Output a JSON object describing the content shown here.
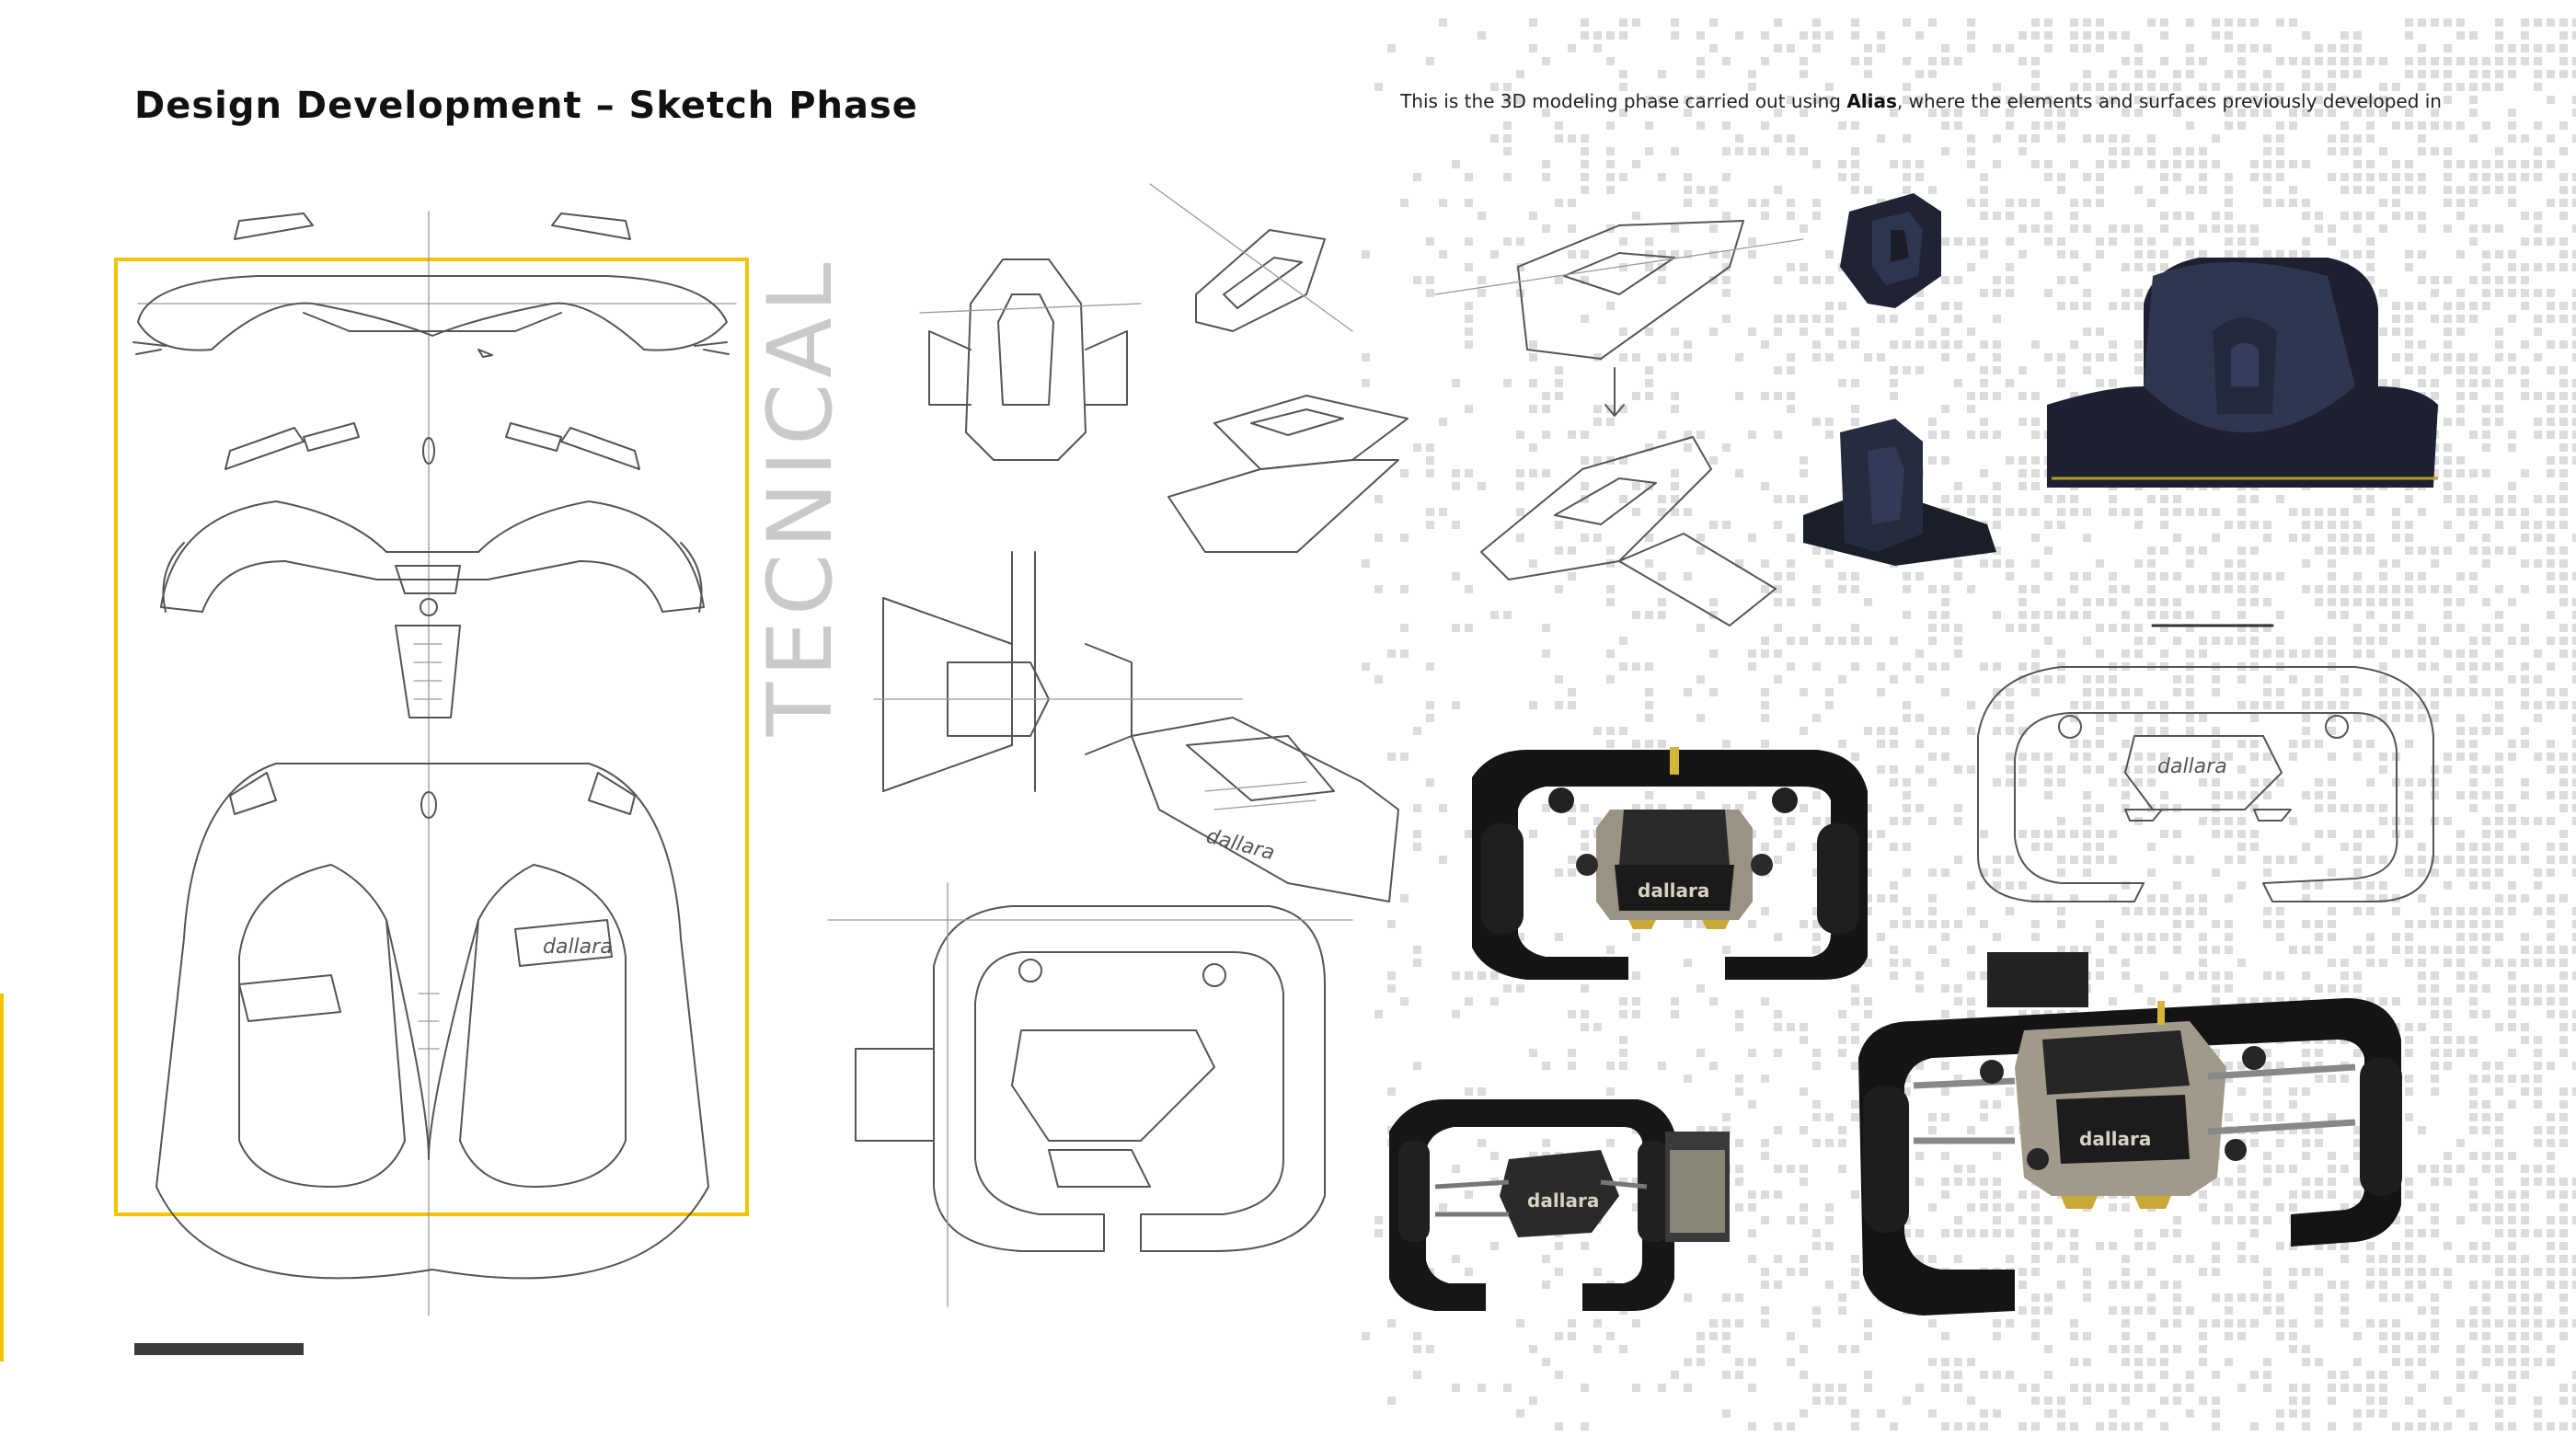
{
  "header": {
    "title": "Design Development – Sketch Phase",
    "intro_part1": "This is the 3D modeling phase carried out using",
    "intro_emphasis": "Alias",
    "intro_part2": ", where the elements and surfaces previously developed in"
  },
  "side_label": "TECNICAL",
  "brand_mark": "dallara",
  "colors": {
    "accent": "#F3C300",
    "ink": "#111111",
    "sketch_line": "#555555",
    "render_dark": "#141414",
    "render_navy": "#2a3044",
    "pixel_pattern": "#dcdcdc",
    "footer_bar": "#3a3a3a"
  },
  "figures": {
    "left_panel": [
      "dashboard-sketch-top-view",
      "dashboard-sketch-middle-view",
      "dashboard-sketch-seat-view"
    ],
    "middle": [
      "console-sketch-top",
      "console-sketch-angled",
      "console-sketch-perspective",
      "console-sketch-side",
      "display-pod-sketch",
      "steering-wheel-sketch-front"
    ],
    "renders": [
      "console-render-small-front",
      "console-render-small-angled",
      "console-render-large",
      "steering-wheel-render-front",
      "steering-wheel-render-angled",
      "steering-wheel-render-three-quarter"
    ],
    "right_sketch": "steering-wheel-sketch-right"
  }
}
